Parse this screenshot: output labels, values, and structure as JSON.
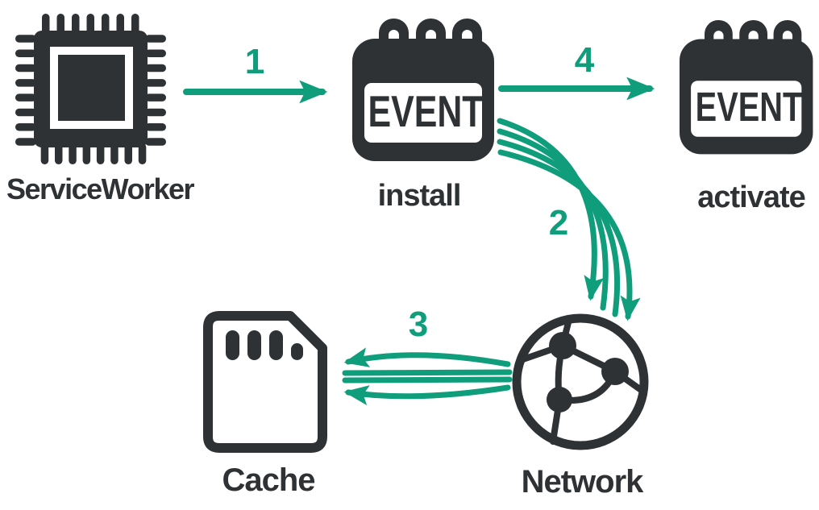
{
  "colors": {
    "ink": "#2e3234",
    "accent": "#0f9d7b",
    "background": "#ffffff"
  },
  "diagram": {
    "type": "flow-diagram",
    "subject": "ServiceWorker lifecycle",
    "nodes": [
      {
        "id": "service-worker",
        "label": "ServiceWorker",
        "icon": "cpu-chip-icon"
      },
      {
        "id": "install",
        "label": "install",
        "icon": "calendar-event-icon",
        "icon_text": "EVENT"
      },
      {
        "id": "activate",
        "label": "activate",
        "icon": "calendar-event-icon",
        "icon_text": "EVENT"
      },
      {
        "id": "cache",
        "label": "Cache",
        "icon": "sd-card-icon"
      },
      {
        "id": "network",
        "label": "Network",
        "icon": "globe-network-icon"
      }
    ],
    "edges": [
      {
        "label": "1",
        "from": "service-worker",
        "to": "install",
        "style": "single straight arrow right"
      },
      {
        "label": "2",
        "from": "install",
        "to": "network",
        "style": "four curved parallel arrows down-right"
      },
      {
        "label": "3",
        "from": "network",
        "to": "cache",
        "style": "four parallel arrows left"
      },
      {
        "label": "4",
        "from": "install",
        "to": "activate",
        "style": "single straight arrow right"
      }
    ]
  }
}
